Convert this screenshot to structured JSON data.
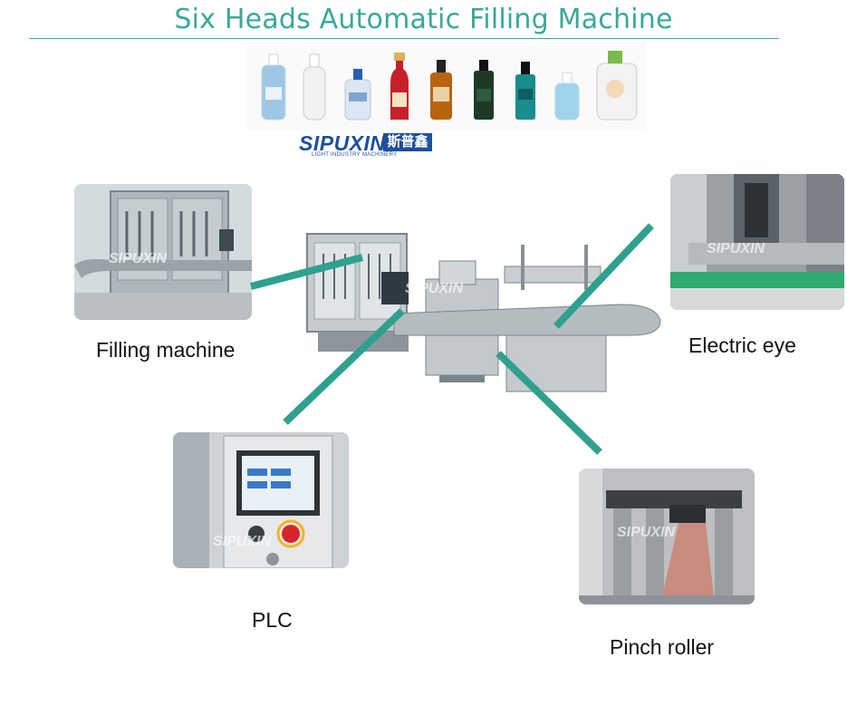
{
  "title": "Six Heads Automatic Filling Machine",
  "logo": {
    "brand": "SIPUXIN",
    "chinese": "斯普鑫",
    "subtitle": "LIGHT INDUSTRY MACHINERY"
  },
  "watermark": "SIPUXIN",
  "callouts": {
    "filling": "Filling machine",
    "eye": "Electric eye",
    "plc": "PLC",
    "roller": "Pinch roller"
  },
  "colors": {
    "title": "#3aa89a",
    "connector": "#2fa08f",
    "logo_blue": "#1d4f9c"
  },
  "bottles": [
    {
      "color": "#9cc8e6",
      "cap": "#ffffff"
    },
    {
      "color": "#f2f2f2",
      "cap": "#ffffff"
    },
    {
      "color": "#dbe8f3",
      "cap": "#2a5fae"
    },
    {
      "color": "#c8202a",
      "cap": "#d9b15a"
    },
    {
      "color": "#b8640e",
      "cap": "#222222"
    },
    {
      "color": "#1c3a26",
      "cap": "#111111"
    },
    {
      "color": "#1a8c8e",
      "cap": "#111111"
    },
    {
      "color": "#9fd4ec",
      "cap": "#ffffff"
    },
    {
      "color": "#f3f3f3",
      "cap": "#7ab94a"
    }
  ]
}
